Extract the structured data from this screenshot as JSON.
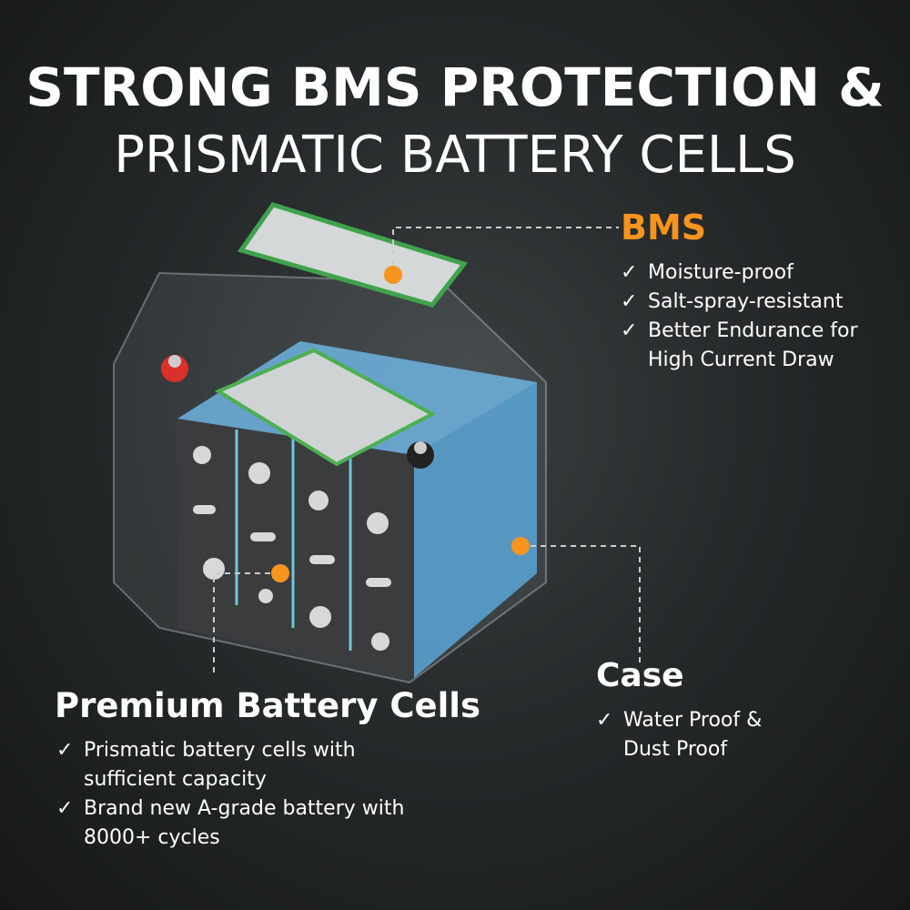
{
  "title": {
    "line1": "STRONG BMS PROTECTION &",
    "line2": "PRISMATIC BATTERY CELLS"
  },
  "bms": {
    "heading": "BMS",
    "items": [
      "Moisture-proof",
      "Salt-spray-resistant",
      "Better Endurance for High Current Draw"
    ]
  },
  "cells": {
    "heading": "Premium Battery Cells",
    "items": [
      "Prismatic battery cells with sufficient capacity",
      "Brand new A-grade battery with 8000+ cycles"
    ]
  },
  "case": {
    "heading": "Case",
    "items": [
      "Water Proof & Dust Proof"
    ]
  },
  "icons": {
    "check": "✓"
  },
  "colors": {
    "accent": "#f7941d",
    "cell_blue": "#5aa6d8"
  }
}
